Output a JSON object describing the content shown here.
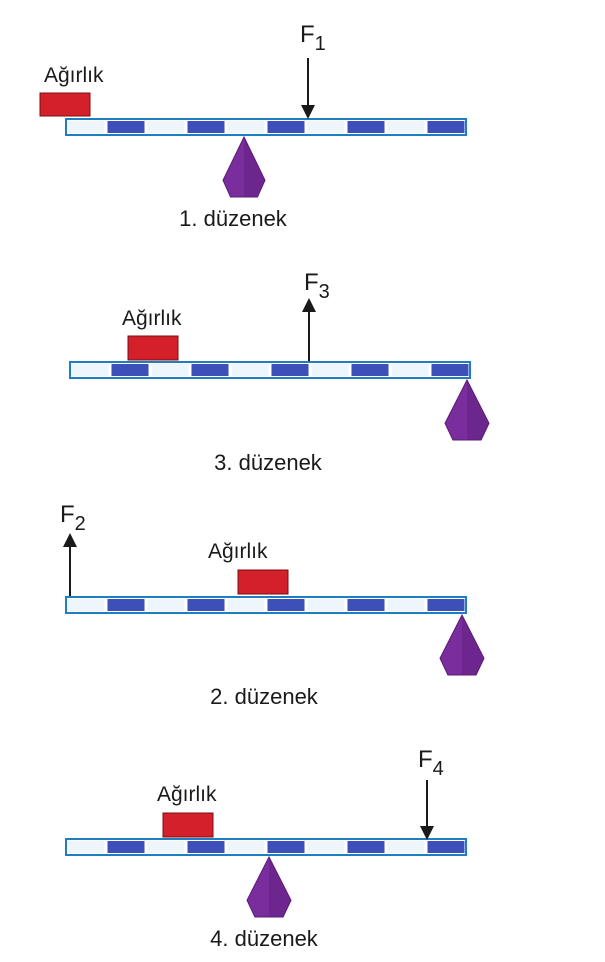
{
  "colors": {
    "weight": "#d4202a",
    "weight_edge": "#7a0e14",
    "segment_dark": "#3d4fb8",
    "segment_light": "#eef6fb",
    "beam_frame": "#1f7ec2",
    "fulcrum": "#7a2d9c",
    "fulcrum_shade": "#5a1b78",
    "arrow": "#1a1a1a",
    "text": "#1a1a1a"
  },
  "setups": [
    {
      "caption": "1. düzenek",
      "weight_label": "Ağırlık",
      "force": {
        "letter": "F",
        "sub": "1",
        "direction": "down"
      }
    },
    {
      "caption": "3. düzenek",
      "weight_label": "Ağırlık",
      "force": {
        "letter": "F",
        "sub": "3",
        "direction": "up"
      }
    },
    {
      "caption": "2. düzenek",
      "weight_label": "Ağırlık",
      "force": {
        "letter": "F",
        "sub": "2",
        "direction": "up"
      }
    },
    {
      "caption": "4. düzenek",
      "weight_label": "Ağırlık",
      "force": {
        "letter": "F",
        "sub": "4",
        "direction": "down"
      }
    }
  ]
}
